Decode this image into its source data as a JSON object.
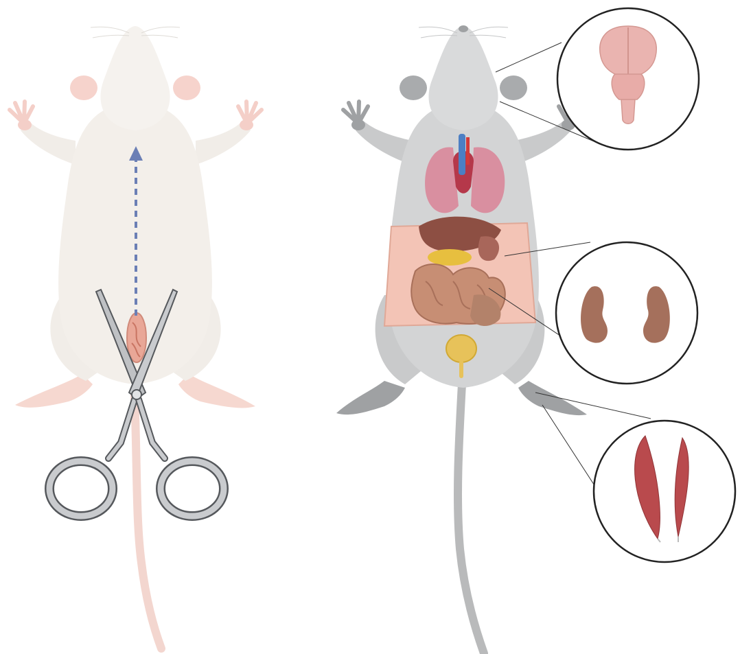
{
  "figure": {
    "panels": [
      {
        "id": "left",
        "subject": "mouse-ventral-view-with-incision",
        "tool": "surgical-scissors-icon",
        "direction": "upward-dashed-arrow"
      },
      {
        "id": "right",
        "subject": "mouse-dissected-abdomen-and-thorax"
      }
    ],
    "callouts": [
      {
        "organ": "brain",
        "icon": "brain-icon"
      },
      {
        "organ": "kidneys",
        "icon": "kidneys-icon"
      },
      {
        "organ": "hindlimb-muscles",
        "icon": "muscle-icon"
      }
    ],
    "colors": {
      "left_mouse_body": "#f3efea",
      "left_mouse_pink": "#f6d3cc",
      "right_mouse_body": "#cfd0d1",
      "right_mouse_dark": "#9fa1a3",
      "arrow": "#6b7fb5",
      "scissor_metal": "#b9bbbe",
      "skin_flap": "#f3c4b6",
      "brain": "#eab4b0",
      "kidney": "#a5705c",
      "muscle": "#b94a4d",
      "lung": "#d98fa0",
      "liver": "#8d4f43",
      "intestine": "#c78e74",
      "bladder": "#e7c25a",
      "outline": "#222222"
    }
  }
}
